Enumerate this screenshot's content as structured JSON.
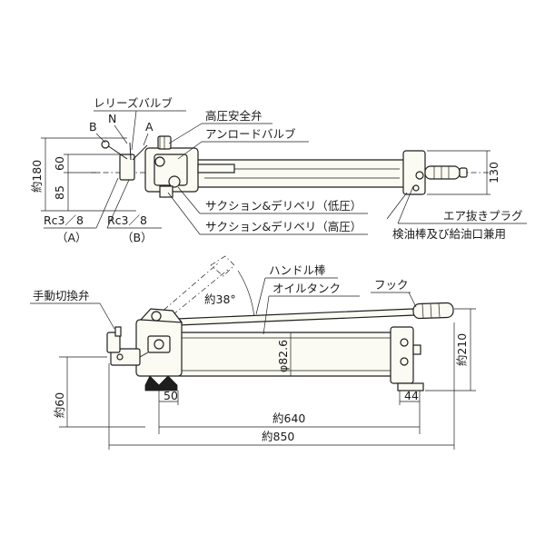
{
  "labels": {
    "release_valve": "レリーズバルブ",
    "port_b": "B",
    "port_n": "N",
    "port_a": "A",
    "high_pressure_safety_valve": "高圧安全弁",
    "unload_valve": "アンロードバルブ",
    "suction_delivery_low": "サクション&デリベリ（低圧）",
    "suction_delivery_high": "サクション&デリベリ（高圧）",
    "air_vent_plug": "エア抜きプラグ",
    "oil_check_rod": "検油棒及び給油口兼用",
    "rc_a": "Rc3／8",
    "rc_a_sub": "（A）",
    "rc_b": "Rc3／8",
    "rc_b_sub": "（B）",
    "manual_switch_valve": "手動切換弁",
    "handle_rod": "ハンドル棒",
    "oil_tank": "オイルタンク",
    "hook": "フック",
    "angle": "約38°",
    "tank_dia": "φ82.6"
  },
  "dimensions": {
    "total_height": "約180",
    "upper_60": "60",
    "lower_85": "85",
    "right_130": "130",
    "height_210": "約210",
    "left_60": "約60",
    "base_50": "50",
    "base_44": "44",
    "length_640": "約640",
    "length_850": "約850"
  }
}
